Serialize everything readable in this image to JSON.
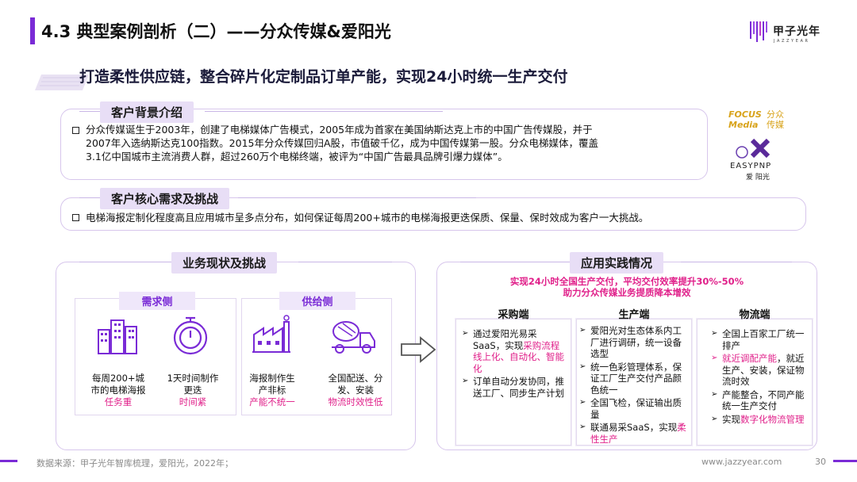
{
  "header": {
    "title": "4.3 典型案例剖析（二）——分众传媒&爱阳光",
    "logo_cn": "甲子光年",
    "logo_en": "JAZZYEAR"
  },
  "subtitle": "打造柔性供应链，整合碎片化定制品订单产能，实现24小时统一生产交付",
  "background_section": {
    "tag": "客户背景介绍",
    "lines": [
      "分众传媒诞生于2003年，创建了电梯媒体广告模式，2005年成为首家在美国纳斯达克上市的中国广告传媒股，并于",
      "2007年入选纳斯达克100指数。2015年分众传媒回归A股，市值破千亿，成为中国传媒第一股。分众电梯媒体，覆盖",
      "3.1亿中国城市主流消费人群，超过260万个电梯终端，被评为“中国广告最具品牌引爆力媒体”。"
    ]
  },
  "partner_logos": {
    "focus_top": "FOCUS",
    "focus_bottom": "Media",
    "focus_cn_top": "分众",
    "focus_cn_bottom": "传媒",
    "easypnp": "EASYPNP",
    "easypnp_cn": "爱 阳光"
  },
  "needs_section": {
    "tag": "客户核心需求及挑战",
    "text": "电梯海报定制化程度高且应用城市呈多点分布，如何保证每周200+城市的电梯海报更迭保质、保量、保时效成为客户一大挑战。"
  },
  "status_section": {
    "tag": "业务现状及挑战",
    "demand": {
      "head": "需求侧",
      "items": [
        {
          "icon": "buildings-icon",
          "l1": "每周200+城",
          "l2": "市的电梯海报",
          "sub": "任务重"
        },
        {
          "icon": "stopwatch-icon",
          "l1": "1天时间制作",
          "l2": "更迭",
          "sub": "时间紧"
        }
      ]
    },
    "supply": {
      "head": "供给侧",
      "items": [
        {
          "icon": "factory-icon",
          "l1": "海报制作生",
          "l2": "产非标",
          "sub": "产能不统一"
        },
        {
          "icon": "truck-icon",
          "l1": "全国配送、分",
          "l2": "发、安装",
          "sub": "物流时效性低"
        }
      ]
    }
  },
  "practice_section": {
    "tag": "应用实践情况",
    "highlight_l1": "实现24小时全国生产交付，平均交付效率提升30%-50%",
    "highlight_l2": "助力分众传媒业务提质降本增效",
    "columns": [
      {
        "head": "采购端",
        "items": [
          {
            "pre": "通过爱阳光易采SaaS，实现",
            "red": "采购流程线上化、自动化、智能化",
            "post": ""
          },
          {
            "pre": "订单自动分发协同，推送工厂、同步生产计划",
            "red": "",
            "post": ""
          }
        ]
      },
      {
        "head": "生产端",
        "items": [
          {
            "pre": "爱阳光对生态体系内工厂进行调研，统一设备选型",
            "red": "",
            "post": ""
          },
          {
            "pre": "统一色彩管理体系，保证工厂生产交付产品颜色统一",
            "red": "",
            "post": ""
          },
          {
            "pre": "全国飞检，保证输出质量",
            "red": "",
            "post": ""
          },
          {
            "pre": "联通易采SaaS，实现",
            "red": "柔性生产",
            "post": ""
          }
        ]
      },
      {
        "head": "物流端",
        "items": [
          {
            "pre": "全国上百家工厂统一排产",
            "red": "",
            "post": ""
          },
          {
            "pre": "",
            "red": "就近调配产能",
            "post": "，就近生产、安装，保证物流时效"
          },
          {
            "pre": "产能整合，不同产能统一生产交付",
            "red": "",
            "post": ""
          },
          {
            "pre": "实现",
            "red": "数字化物流管理",
            "post": ""
          }
        ]
      }
    ]
  },
  "footer": {
    "source": "数据来源：甲子光年智库梳理，爱阳光，2022年；",
    "url": "www.jazzyear.com",
    "page": "30"
  },
  "colors": {
    "accent": "#7a2bd6",
    "highlight": "#e0208a",
    "tag_bg": "#e8def6"
  }
}
